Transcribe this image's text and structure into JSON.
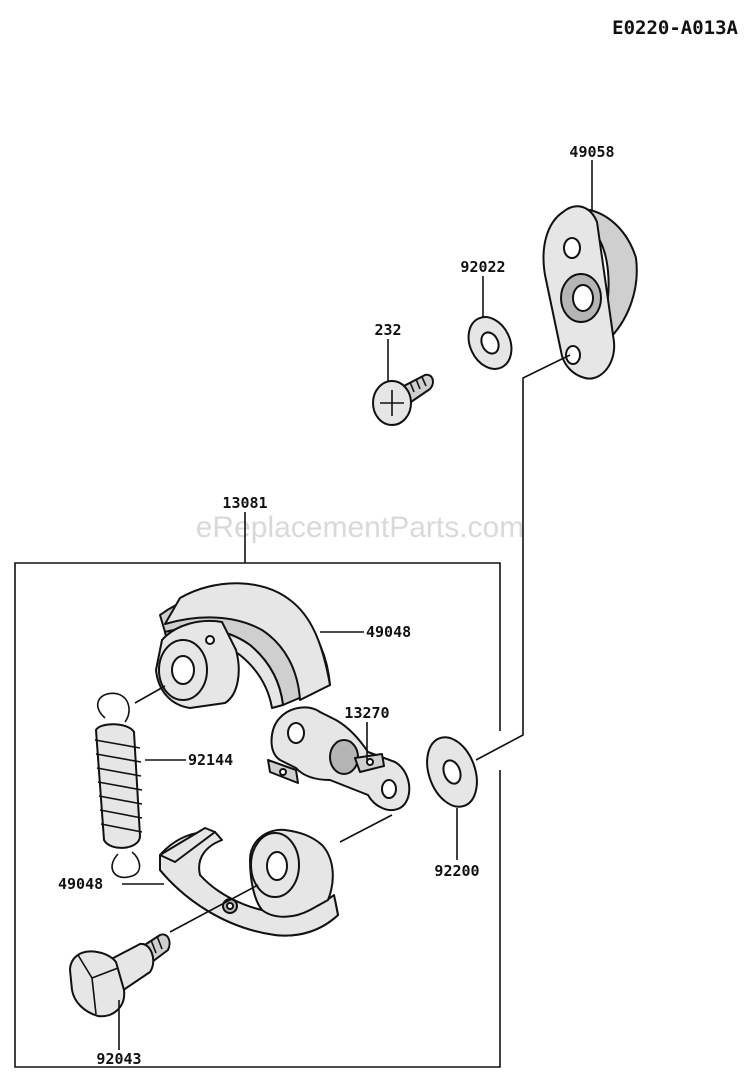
{
  "diagram_code": "E0220-A013A",
  "watermark": "eReplacementParts.com",
  "labels": {
    "p49058": "49058",
    "p92022": "92022",
    "p232": "232",
    "p13081": "13081",
    "p49048_top": "49048",
    "p13270": "13270",
    "p92144": "92144",
    "p49048_bottom": "49048",
    "p92200": "92200",
    "p92043": "92043"
  }
}
